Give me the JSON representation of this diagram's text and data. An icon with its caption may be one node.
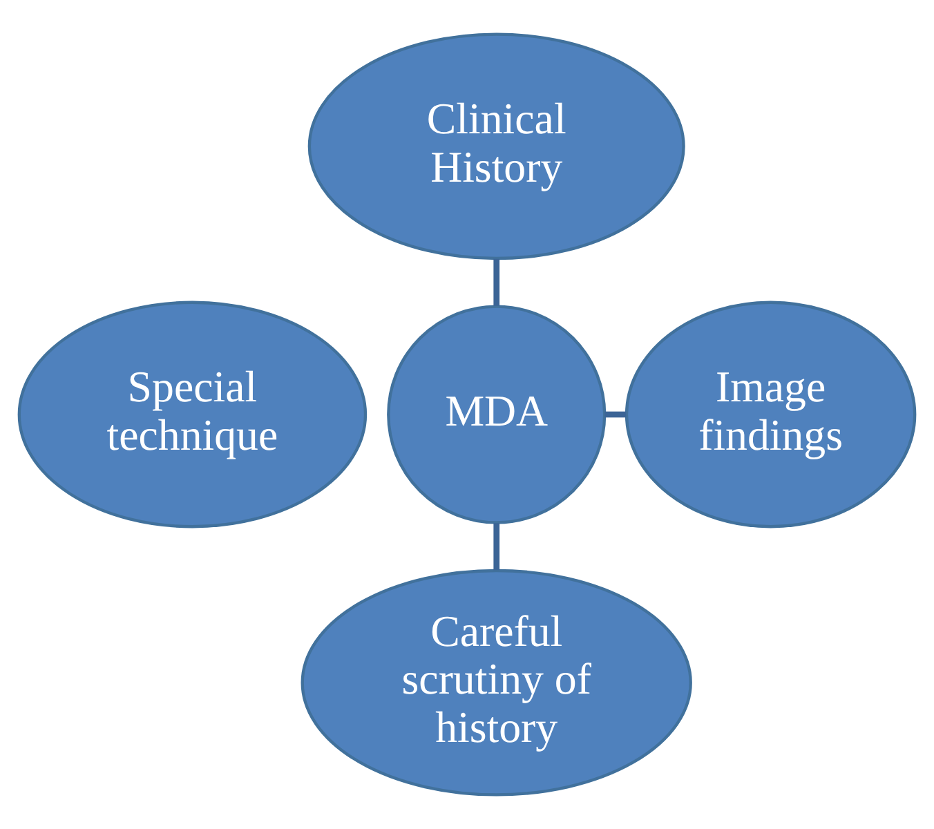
{
  "diagram": {
    "nodes": [
      {
        "text": [
          "Clinical History"
        ]
      },
      {
        "text": [
          "Special technique"
        ]
      },
      {
        "text": [
          "MDA"
        ]
      },
      {
        "text": [
          "Image findings"
        ]
      },
      {
        "text": [
          "Careful scrutiny of history"
        ]
      }
    ],
    "edges": [
      {
        "from": 0,
        "to": 2,
        "arrow": "none"
      },
      {
        "from": 2,
        "to": 3,
        "arrow": "none"
      },
      {
        "from": 2,
        "to": 4,
        "arrow": "none"
      }
    ]
  }
}
